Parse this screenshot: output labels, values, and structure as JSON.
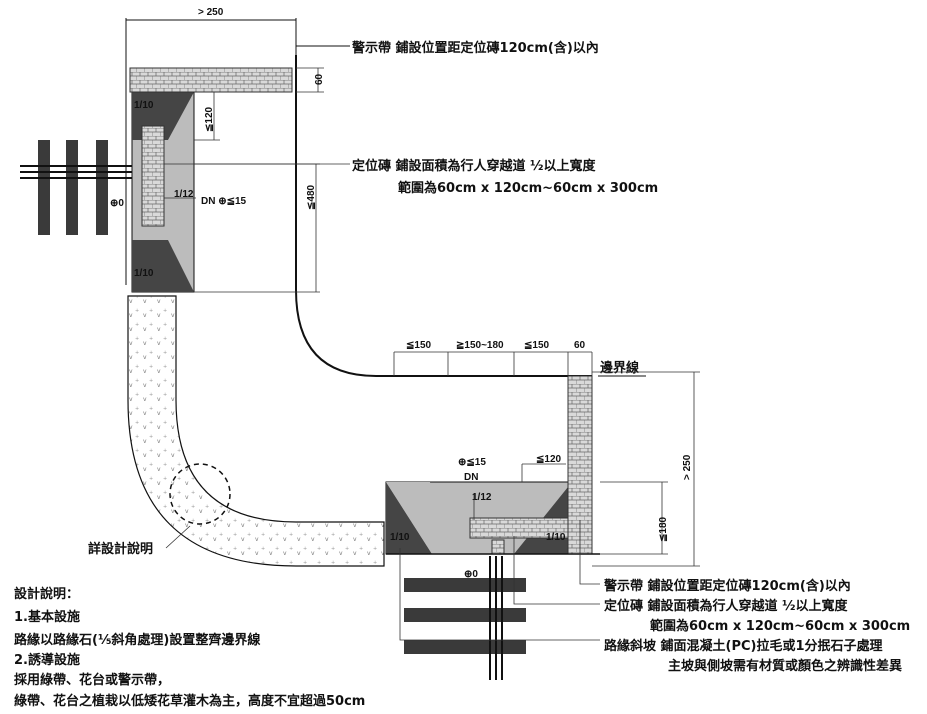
{
  "colors": {
    "ramp_light": "#b8b8b8",
    "ramp_dark": "#454545",
    "pattern_gray": "#d6d6d6",
    "ink": "#111111",
    "rail": "#3a3a3a"
  },
  "dimensions": {
    "top_width": "> 250",
    "tactile_width_top": "60",
    "tactile_lead_top": "≦120",
    "ramp_length_top": "≦480",
    "seg_a": "≦150",
    "seg_b": "≧150~180",
    "seg_c": "≦150",
    "seg_d": "60",
    "right_width": "> 250",
    "bottom_ramp_length": "≦180",
    "bottom_tactile_lead": "≦120"
  },
  "ramp_labels": {
    "slope_upper": "1/10",
    "slope_main_top": "1/12",
    "slope_lower": "1/10",
    "slope_main_bottom": "1/12",
    "slope_left_bottom": "1/10",
    "slope_right_bottom": "1/10",
    "zero_top": "⊕0",
    "zero_bottom": "⊕0",
    "dn_top": "DN ⊕≦15",
    "dn_bottom_level": "⊕≦15",
    "dn_bottom": "DN"
  },
  "annotations": {
    "warning_top": "警示帶 鋪設位置距定位磚120cm(含)以內",
    "locator_top_1": "定位磚 鋪設面積為行人穿越道 ½以上寬度",
    "locator_top_2": "範圍為60cm x 120cm~60cm x 300cm",
    "boundary_line": "邊界線",
    "detail": "詳設計說明",
    "warning_bottom": "警示帶 鋪設位置距定位磚120cm(含)以內",
    "locator_bottom_1": "定位磚 鋪設面積為行人穿越道 ½以上寬度",
    "locator_bottom_2": "範圍為60cm x 120cm~60cm x 300cm",
    "curb_ramp_1": "路緣斜坡 鋪面混凝土(PC)拉毛或1分抿石子處理",
    "curb_ramp_2": "主坡與側坡需有材質或顏色之辨識性差異"
  },
  "design_notes": {
    "heading": "設計說明：",
    "item1": "1.基本設施",
    "item1_text": "路緣以路緣石(⅕斜角處理)設置整齊邊界線",
    "item2": "2.誘導設施",
    "item2_text1": "採用綠帶、花台或警示帶，",
    "item2_text2": "綠帶、花台之植栽以低矮花草灌木為主，高度不宜超過50cm"
  }
}
